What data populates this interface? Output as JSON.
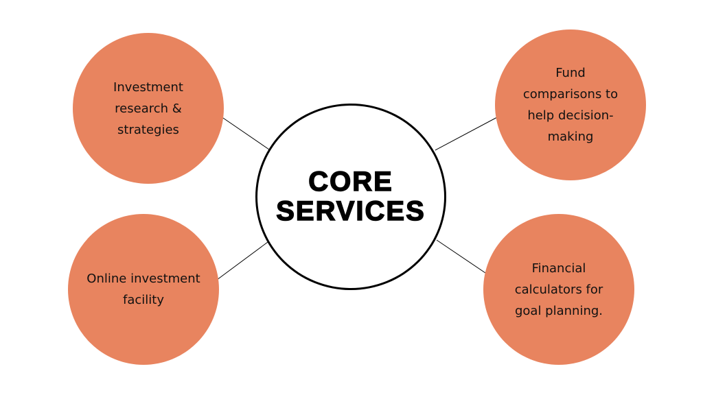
{
  "center": {
    "line1": "CORE",
    "line2": "SERVICES"
  },
  "nodes": [
    {
      "text": "Investment research & strategies"
    },
    {
      "text": "Fund comparisons to help decision-making"
    },
    {
      "text": "Online investment facility"
    },
    {
      "text": "Financial calculators for goal planning."
    }
  ],
  "colors": {
    "node_fill": "#E8845F",
    "outline": "#000000"
  }
}
